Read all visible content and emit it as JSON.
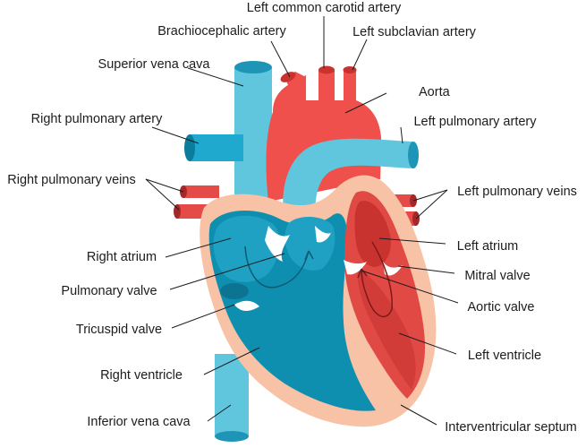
{
  "labels": {
    "left_common_carotid_artery": "Left common carotid artery",
    "brachiocephalic_artery": "Brachiocephalic artery",
    "left_subclavian_artery": "Left subclavian artery",
    "superior_vena_cava": "Superior vena cava",
    "aorta": "Aorta",
    "right_pulmonary_artery": "Right pulmonary artery",
    "left_pulmonary_artery": "Left pulmonary artery",
    "right_pulmonary_veins": "Right pulmonary veins",
    "left_pulmonary_veins": "Left pulmonary veins",
    "right_atrium": "Right atrium",
    "left_atrium": "Left atrium",
    "mitral_valve": "Mitral valve",
    "pulmonary_valve": "Pulmonary valve",
    "aortic_valve": "Aortic valve",
    "tricuspid_valve": "Tricuspid valve",
    "left_ventricle": "Left ventricle",
    "right_ventricle": "Right ventricle",
    "inferior_vena_cava": "Inferior vena cava",
    "interventricular_septum": "Interventricular septum"
  },
  "colors": {
    "deoxygenated_blue": "#0f8fb0",
    "vessel_light_blue": "#5fc6dd",
    "oxygenated_red": "#f0504b",
    "deep_red": "#c9332f",
    "heart_wall_peach": "#f7c2a6"
  }
}
